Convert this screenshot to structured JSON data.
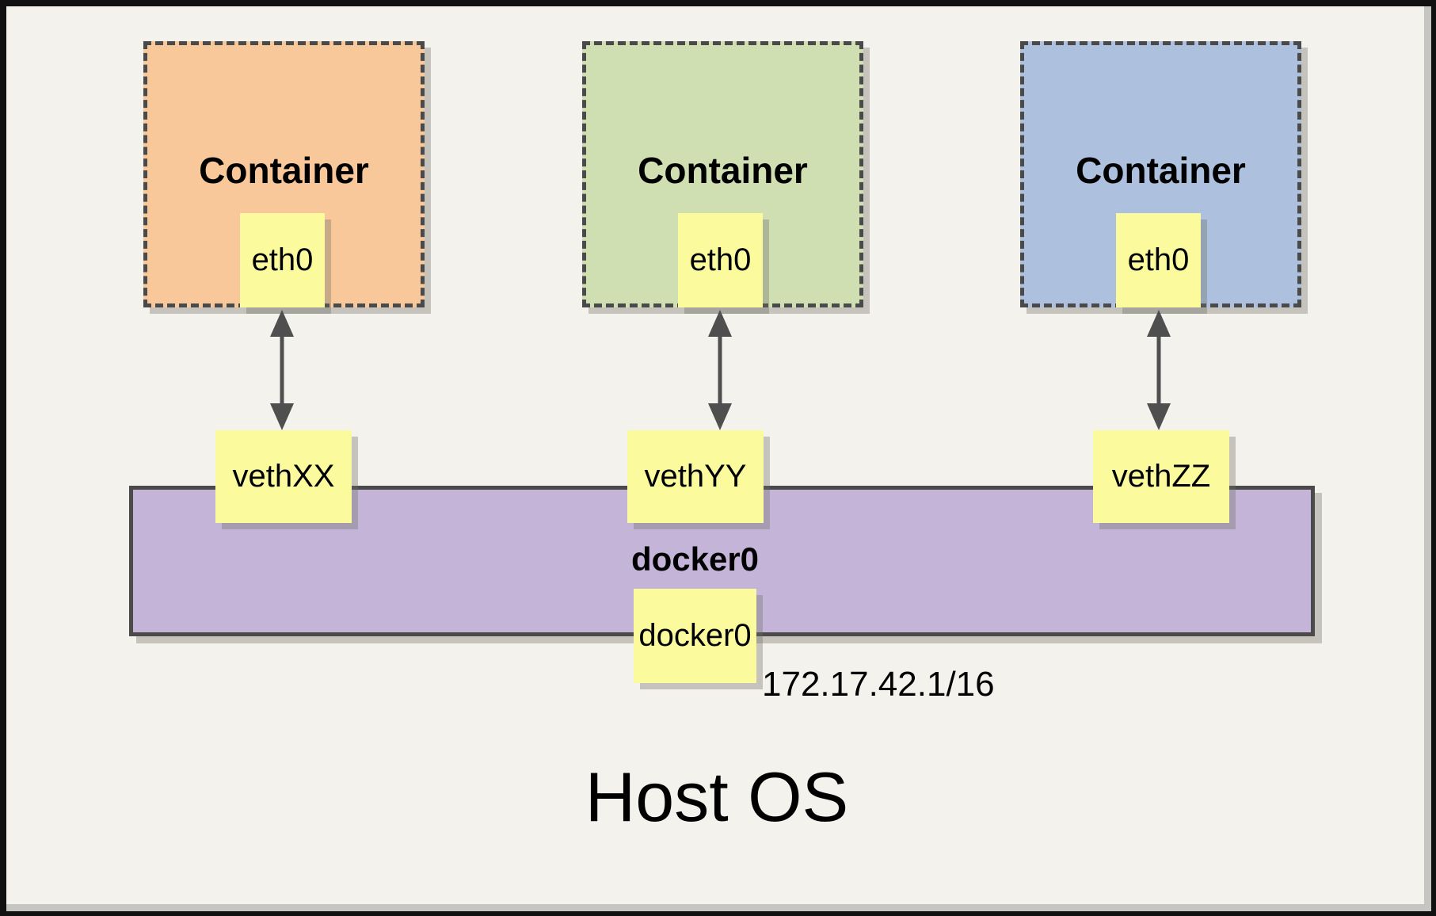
{
  "diagram": {
    "host_os_label": "Host OS",
    "containers": [
      {
        "label": "Container",
        "interface_label": "eth0",
        "color": "#F8C89A"
      },
      {
        "label": "Container",
        "interface_label": "eth0",
        "color": "#CFDFB2"
      },
      {
        "label": "Container",
        "interface_label": "eth0",
        "color": "#ADC1DE"
      }
    ],
    "veths": [
      {
        "label": "vethXX"
      },
      {
        "label": "vethYY"
      },
      {
        "label": "vethZZ"
      }
    ],
    "bridge": {
      "label": "docker0",
      "interface_label": "docker0",
      "ip": "172.17.42.1/16",
      "color": "#C4B5D8"
    },
    "colors": {
      "canvas_background": "#F4F2EC",
      "node_fill": "#FBFB9E",
      "dashed_border": "#4A4A4A",
      "arrow": "#4F4F4F",
      "frame_border": "#111111",
      "shadow": "#C6C5C1"
    }
  }
}
